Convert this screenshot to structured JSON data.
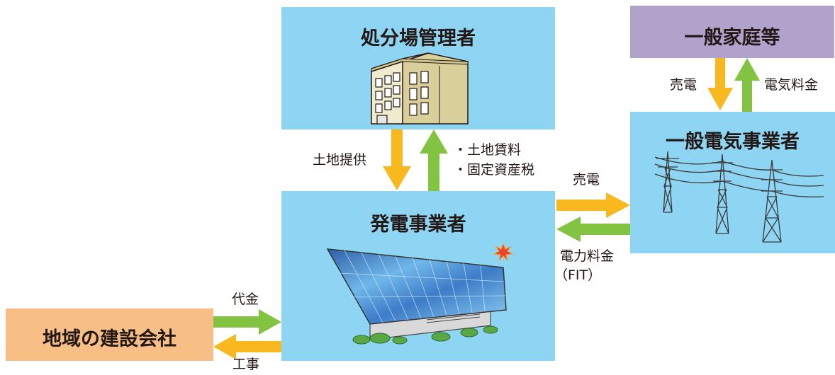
{
  "nodes": {
    "landfill_manager": "処分場管理者",
    "households": "一般家庭等",
    "general_utility": "一般電気事業者",
    "power_producer": "発電事業者",
    "construction_company": "地域の建設会社"
  },
  "flows": {
    "land_provision": "土地提供",
    "land_rent": "・土地賃料",
    "property_tax": "・固定資産税",
    "sell_power_to_utility": "売電",
    "power_fee": "電力料金",
    "power_fee_note": "（FIT）",
    "sell_power_to_households": "売電",
    "electricity_bill": "電気料金",
    "payment": "代金",
    "construction_work": "工事"
  },
  "colors": {
    "box_blue": "#8ed4f3",
    "box_purple": "#b0a2cb",
    "box_orange": "#f7be86",
    "arrow_yellow": "#f8b81e",
    "arrow_green": "#82c341"
  }
}
